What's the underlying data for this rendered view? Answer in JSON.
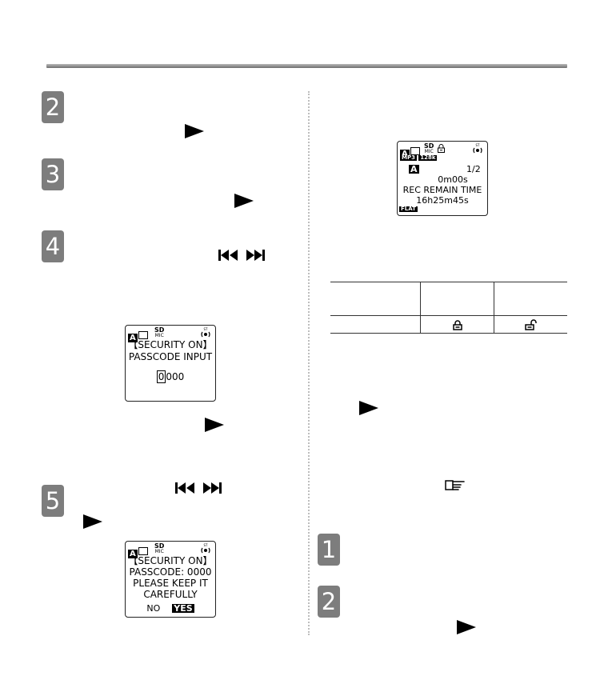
{
  "steps": [
    {
      "id": "left-2",
      "number": "2"
    },
    {
      "id": "left-3",
      "number": "3"
    },
    {
      "id": "left-4",
      "number": "4"
    },
    {
      "id": "left-5",
      "number": "5"
    },
    {
      "id": "right-1",
      "number": "1"
    },
    {
      "id": "right-2",
      "number": "2"
    }
  ],
  "lcd_passcode_input": {
    "source": "SD",
    "mic": "MIC",
    "battery_letter": "A",
    "line1": "【SECURITY ON】",
    "line2": "PASSCODE INPUT",
    "code_first_digit": "0",
    "code_rest": "000"
  },
  "lcd_confirm": {
    "source": "SD",
    "mic": "MIC",
    "battery_letter": "A",
    "line1": "【SECURITY ON】",
    "line2": "PASSCODE: 0000",
    "line3": "PLEASE KEEP IT",
    "line4": "CAREFULLY",
    "no": "NO",
    "yes": "YES"
  },
  "lcd_recording": {
    "battery_letter": "A",
    "source": "SD",
    "mic": "MIC",
    "format": "MP3",
    "bitrate": "128k",
    "folder": "A",
    "count": "1/2",
    "time": "0m00s",
    "label": "REC REMAIN TIME",
    "remain": "16h25m45s",
    "eq": "FLAT"
  },
  "icons": {
    "play": "play-triangle-icon",
    "skip": "skip-back-forward-icon",
    "lock": "lock-icon",
    "unlock": "unlock-icon",
    "reference": "pointing-hand-reference-icon",
    "stereo": "stereo-indicator-icon"
  },
  "stereo_label": "ST"
}
